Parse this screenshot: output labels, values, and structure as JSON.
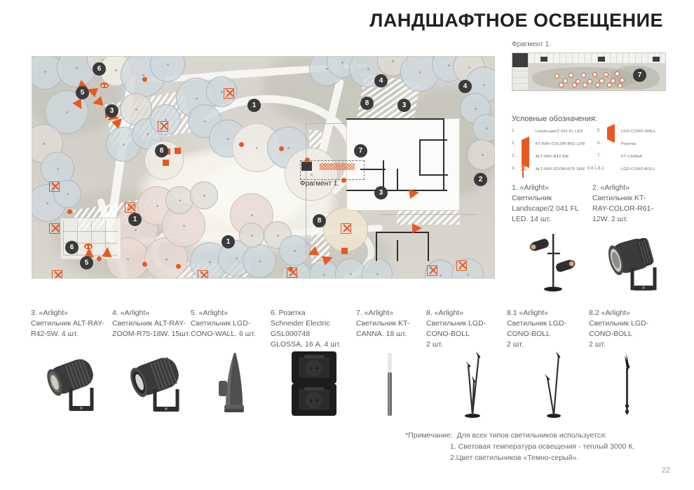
{
  "header": {
    "title": "ЛАНДШАФТНОЕ ОСВЕЩЕНИЕ"
  },
  "fragment": {
    "title": "Фрагмент 1.",
    "badge": "7"
  },
  "map": {
    "fragment_label": "Фрагмент 1.",
    "badges": [
      "6",
      "5",
      "3",
      "1",
      "4",
      "8",
      "7",
      "3",
      "2",
      "1",
      "8",
      "1",
      "6",
      "5",
      "4",
      "3"
    ]
  },
  "legend": {
    "title": "Условные обозначения:",
    "items": [
      {
        "num": "1.",
        "icon": "circle-dot-icon",
        "label": "Landscape/2 041 FL LED"
      },
      {
        "num": "2.",
        "icon": "arrow-left-icon",
        "label": "KT-RAY-COLOR-R61-12W"
      },
      {
        "num": "3.",
        "icon": "arrow-left-icon",
        "label": "ALT-RAY-R42-5W"
      },
      {
        "num": "4.",
        "icon": "x-box-icon",
        "label": "ALT-RAY-ZOOM-R75-18W"
      },
      {
        "num": "5.",
        "icon": "arrow-left-icon",
        "label": "LGD-CONO-WALL"
      },
      {
        "num": "6.",
        "icon": "socket-icon",
        "label": "Розетка"
      },
      {
        "num": "7.",
        "icon": "canna-hatch-icon",
        "label": "KT-CANNA"
      },
      {
        "num": "8,8.1,8.2.",
        "icon": "square-icon",
        "label": "LGD-CONO-BOLL"
      }
    ]
  },
  "products_right": [
    {
      "id": "1",
      "brand": "1. «Arlight»",
      "lines": [
        "Светильник",
        "Landscape/2 041 FL",
        "LED.  14 шт."
      ],
      "image": "landscape-2-041-fl-led"
    },
    {
      "id": "2",
      "brand": "2. «Arlight»",
      "lines": [
        "Светильник KT-",
        "RAY-COLOR-R61-",
        "12W.  2 шт."
      ],
      "image": "kt-ray-color-r61-12w"
    }
  ],
  "products_bottom": [
    {
      "id": "3",
      "brand": "3. «Arlight»",
      "lines": [
        "Светильник ALT-RAY-",
        "R42-5W.  4 шт."
      ],
      "image": "alt-ray-r42-5w"
    },
    {
      "id": "4",
      "brand": "4. «Arlight»",
      "lines": [
        "Светильник ALT-RAY-",
        "ZOOM-R75-18W. 15шт."
      ],
      "image": "alt-ray-zoom-r75-18w"
    },
    {
      "id": "5",
      "brand": "5. «Arlight»",
      "lines": [
        "Светильник LGD-",
        "CONO-WALL. 6 шт."
      ],
      "image": "lgd-cono-wall"
    },
    {
      "id": "6",
      "brand": "6. Розетка",
      "lines": [
        "Schneider Electric",
        "GSL000748",
        "GLOSSA, 16 А. 4 шт."
      ],
      "image": "schneider-glossa-socket"
    },
    {
      "id": "7",
      "brand": "7. «Arlight»",
      "lines": [
        "Светильник KT-",
        "CANNA. 18 шт."
      ],
      "image": "kt-canna"
    },
    {
      "id": "8",
      "brand": "8. «Arlight»",
      "lines": [
        "Светильник LGD-",
        "CONO-BOLL",
        "2 шт."
      ],
      "image": "lgd-cono-boll-triple"
    },
    {
      "id": "8.1",
      "brand": "8.1 «Arlight»",
      "lines": [
        "Светильник LGD-",
        "CONO-BOLL",
        "2 шт."
      ],
      "image": "lgd-cono-boll-double"
    },
    {
      "id": "8.2",
      "brand": "8.2 «Arlight»",
      "lines": [
        "Светильник LGD-",
        "CONO-BOLL",
        "2 шт."
      ],
      "image": "lgd-cono-boll-single"
    }
  ],
  "note": {
    "label": "*Примечание:",
    "intro": "Для всех типов светильников используется:",
    "line1": "1. Световая температура освещения - теплый 3000 К.",
    "line2": "2.Цвет светильников «Темно-серый»."
  },
  "page_number": "22",
  "colors": {
    "accent": "#e8591f",
    "badge": "#3a3a3a",
    "title": "#231f20",
    "text": "#5d5d5d"
  }
}
